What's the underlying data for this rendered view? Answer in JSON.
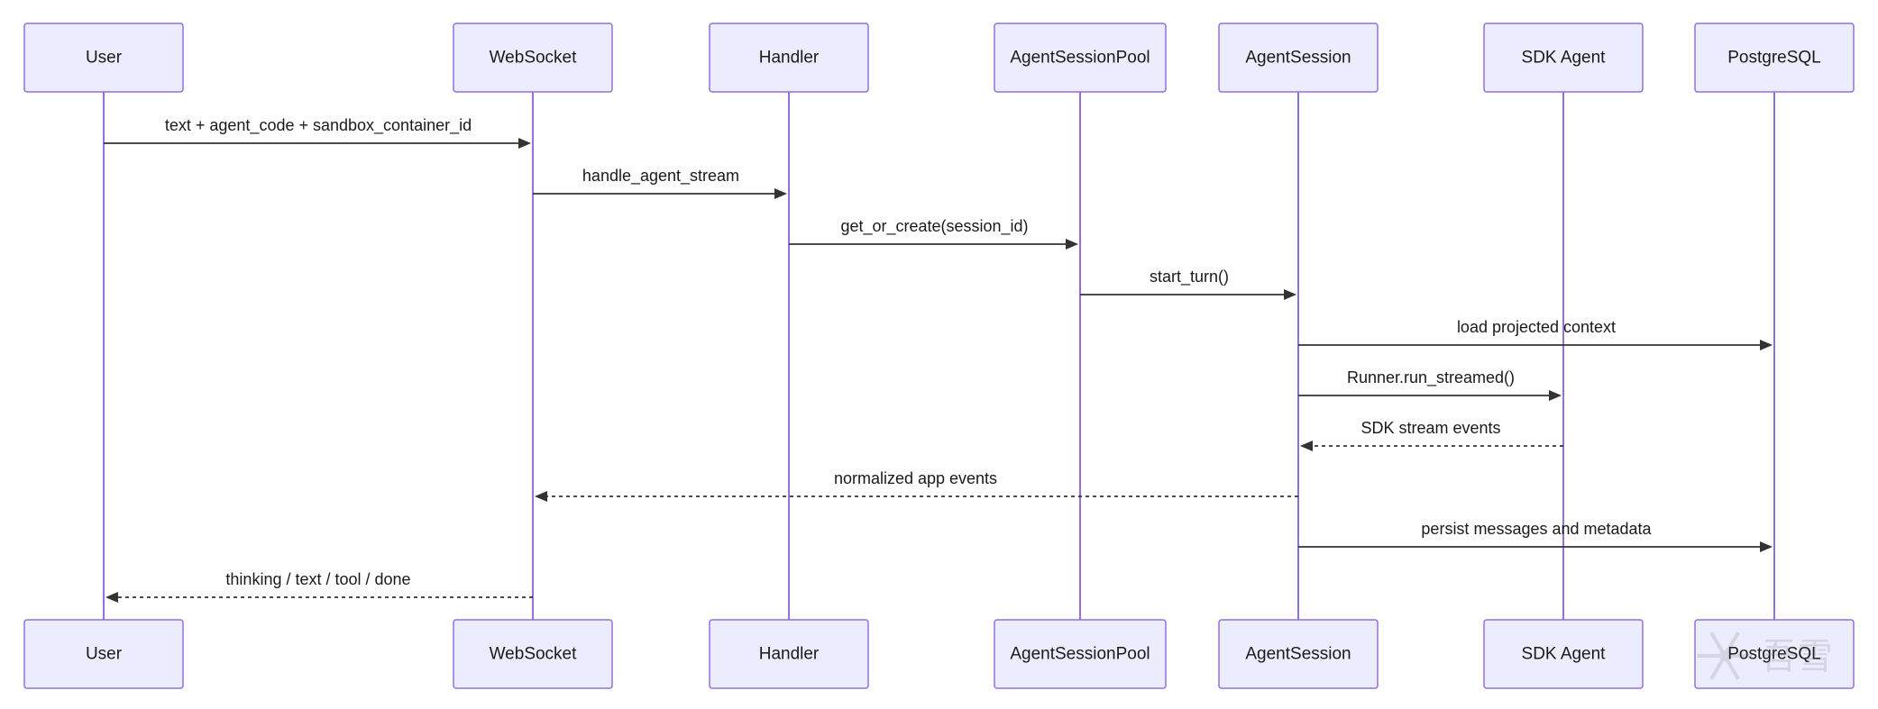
{
  "diagram": {
    "type": "sequence",
    "participants": [
      {
        "id": "user",
        "label": "User"
      },
      {
        "id": "websocket",
        "label": "WebSocket"
      },
      {
        "id": "handler",
        "label": "Handler"
      },
      {
        "id": "pool",
        "label": "AgentSessionPool"
      },
      {
        "id": "session",
        "label": "AgentSession"
      },
      {
        "id": "sdk",
        "label": "SDK Agent"
      },
      {
        "id": "pg",
        "label": "PostgreSQL"
      }
    ],
    "messages": [
      {
        "from": "user",
        "to": "websocket",
        "label": "text + agent_code + sandbox_container_id",
        "style": "solid"
      },
      {
        "from": "websocket",
        "to": "handler",
        "label": "handle_agent_stream",
        "style": "solid"
      },
      {
        "from": "handler",
        "to": "pool",
        "label": "get_or_create(session_id)",
        "style": "solid"
      },
      {
        "from": "pool",
        "to": "session",
        "label": "start_turn()",
        "style": "solid"
      },
      {
        "from": "session",
        "to": "pg",
        "label": "load projected context",
        "style": "solid"
      },
      {
        "from": "session",
        "to": "sdk",
        "label": "Runner.run_streamed()",
        "style": "solid"
      },
      {
        "from": "sdk",
        "to": "session",
        "label": "SDK stream events",
        "style": "dashed"
      },
      {
        "from": "session",
        "to": "websocket",
        "label": "normalized app events",
        "style": "dashed"
      },
      {
        "from": "session",
        "to": "pg",
        "label": "persist messages and metadata",
        "style": "solid"
      },
      {
        "from": "websocket",
        "to": "user",
        "label": "thinking / text / tool / done",
        "style": "dashed"
      }
    ],
    "colors": {
      "actor_fill": "#ECECFF",
      "actor_stroke": "#9370DB",
      "lifeline": "#9370DB",
      "message": "#333333"
    },
    "watermark": {
      "icon": "snowflake-icon",
      "text": "吾雪"
    }
  }
}
